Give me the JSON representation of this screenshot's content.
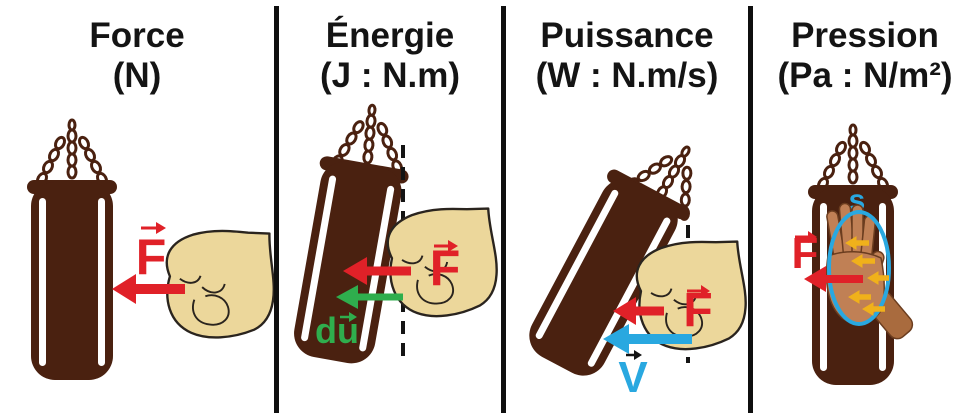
{
  "panels": [
    {
      "title": "Force",
      "unit": "(N)",
      "force_label": "F"
    },
    {
      "title": "Énergie",
      "unit": "(J : N.m)",
      "force_label": "F",
      "displacement_label": "du"
    },
    {
      "title": "Puissance",
      "unit": "(W : N.m/s)",
      "force_label": "F",
      "velocity_label": "V"
    },
    {
      "title": "Pression",
      "unit": "(Pa : N/m²)",
      "force_label": "F",
      "surface_label": "s"
    }
  ],
  "colors": {
    "force_arrow": "#e02128",
    "displacement_arrow": "#2fae4d",
    "velocity_arrow": "#29a8e0",
    "surface_outline": "#29a8e0",
    "pressure_arrows": "#f0b11b",
    "bag_brown": "#4a2110",
    "fist_skin": "#ecd79b",
    "hand_skin": "#c08055",
    "divider": "#0f0f0f"
  }
}
